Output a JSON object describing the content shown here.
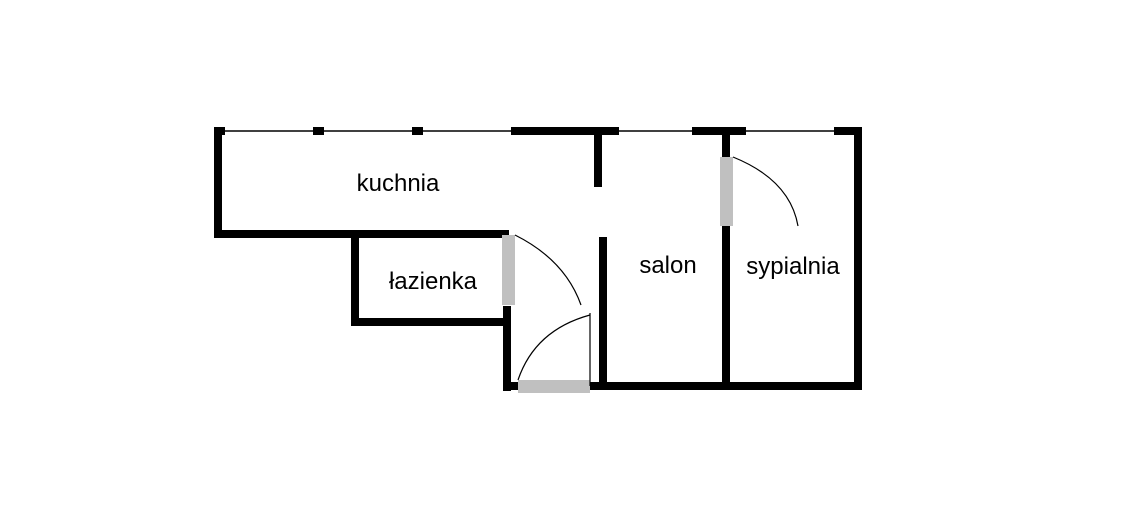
{
  "plan": {
    "rooms": [
      {
        "id": "kitchen",
        "label": "kuchnia"
      },
      {
        "id": "bathroom",
        "label": "łazienka"
      },
      {
        "id": "living_room",
        "label": "salon"
      },
      {
        "id": "bedroom",
        "label": "sypialnia"
      }
    ],
    "colors": {
      "wall": "#000000",
      "door_leaf": "#c0c0c0",
      "window": "#ffffff",
      "background": "#ffffff"
    }
  }
}
